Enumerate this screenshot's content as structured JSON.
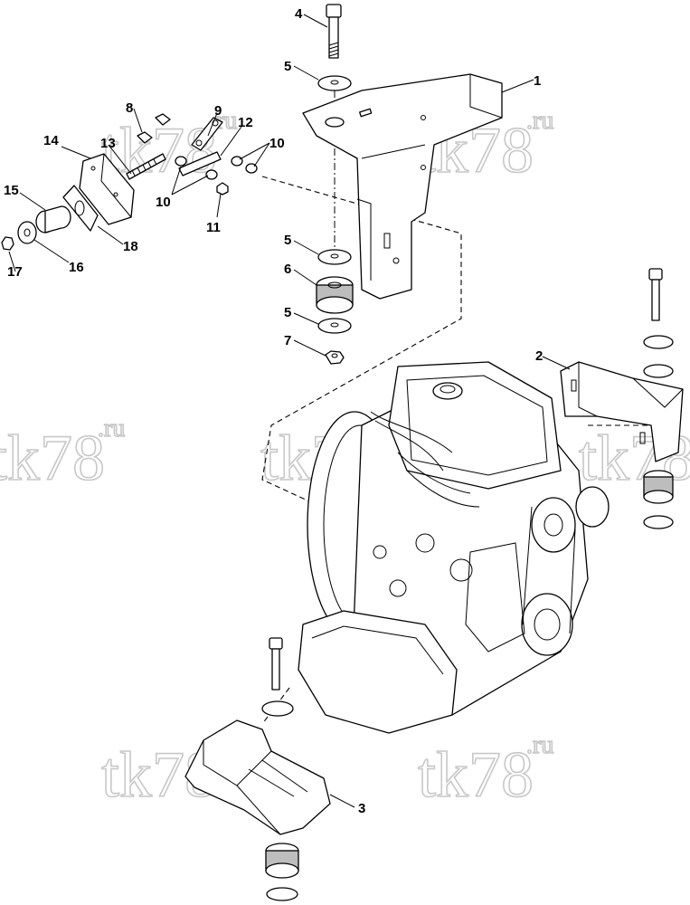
{
  "watermark": {
    "text": "tk78",
    "suffix": ".ru",
    "color": "#c8c8c8"
  },
  "callouts": [
    {
      "id": "1",
      "label": "1"
    },
    {
      "id": "2",
      "label": "2"
    },
    {
      "id": "3",
      "label": "3"
    },
    {
      "id": "4",
      "label": "4"
    },
    {
      "id": "5a",
      "label": "5"
    },
    {
      "id": "5b",
      "label": "5"
    },
    {
      "id": "5c",
      "label": "5"
    },
    {
      "id": "6",
      "label": "6"
    },
    {
      "id": "7",
      "label": "7"
    },
    {
      "id": "8",
      "label": "8"
    },
    {
      "id": "9",
      "label": "9"
    },
    {
      "id": "10a",
      "label": "10"
    },
    {
      "id": "10b",
      "label": "10"
    },
    {
      "id": "11",
      "label": "11"
    },
    {
      "id": "12",
      "label": "12"
    },
    {
      "id": "13",
      "label": "13"
    },
    {
      "id": "14",
      "label": "14"
    },
    {
      "id": "15",
      "label": "15"
    },
    {
      "id": "16",
      "label": "16"
    },
    {
      "id": "17",
      "label": "17"
    },
    {
      "id": "18",
      "label": "18"
    }
  ]
}
